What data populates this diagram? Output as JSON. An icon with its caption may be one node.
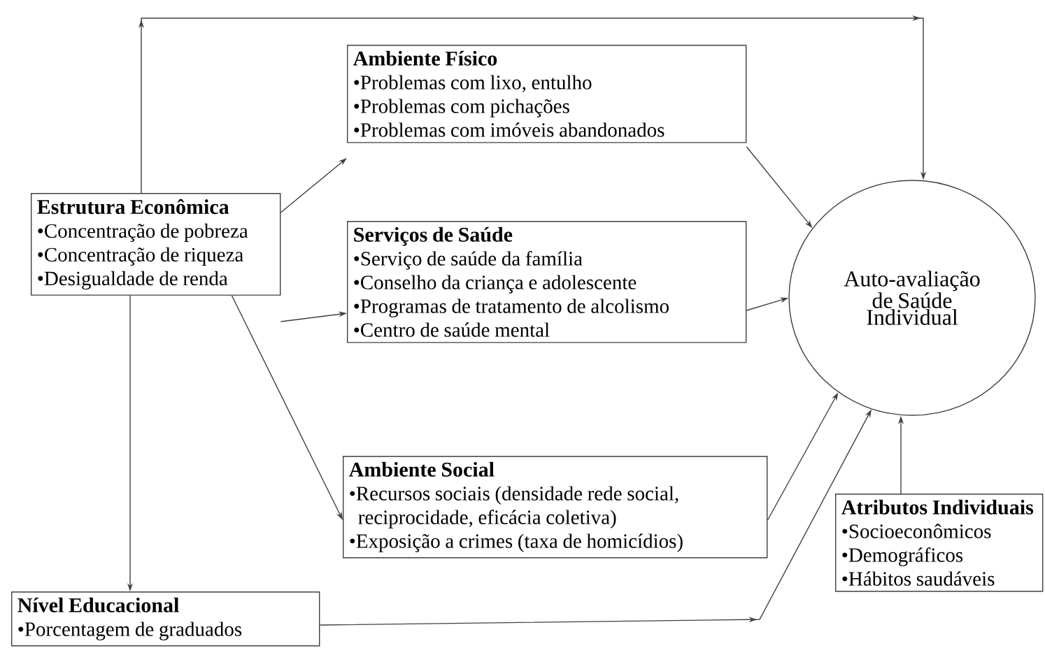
{
  "diagram": {
    "nodes": [
      {
        "text": [
          "Estrutura Econômica",
          "•Concentração de pobreza",
          "•Concentração de riqueza",
          "•Desigualdade de renda"
        ]
      },
      {
        "text": [
          "Ambiente Físico",
          "•Problemas com lixo, entulho",
          "•Problemas com pichações",
          "•Problemas com imóveis abandonados"
        ]
      },
      {
        "text": [
          "Serviços de Saúde",
          "•Serviço de saúde da família",
          "•Conselho da criança e adolescente",
          "•Programas de tratamento de alcolismo",
          "•Centro de saúde mental"
        ]
      },
      {
        "text": [
          "Ambiente Social",
          "•Recursos sociais (densidade rede social, reciprocidade, eficácia coletiva)",
          "•Exposição a crimes (taxa de homicídios)"
        ]
      },
      {
        "text": [
          "Nível Educacional",
          "•Porcentagem de graduados"
        ]
      },
      {
        "text": [
          "Auto-avaliação de Saúde Individual"
        ]
      },
      {
        "text": [
          "Atributos Individuais",
          "•Socioeconômicos",
          "•Demográficos",
          "•Hábitos saudáveis"
        ]
      }
    ],
    "edges": [
      {
        "from": 0,
        "to": 1,
        "arrow": "to"
      },
      {
        "from": 0,
        "to": 2,
        "arrow": "to"
      },
      {
        "from": 0,
        "to": 3,
        "arrow": "to"
      },
      {
        "from": 0,
        "to": 4,
        "arrow": "to"
      },
      {
        "from": 0,
        "to": 5,
        "arrow": "to"
      },
      {
        "from": 1,
        "to": 5,
        "arrow": "to"
      },
      {
        "from": 2,
        "to": 5,
        "arrow": "to"
      },
      {
        "from": 3,
        "to": 5,
        "arrow": "to"
      },
      {
        "from": 4,
        "to": 5,
        "arrow": "to"
      },
      {
        "from": 6,
        "to": 5,
        "arrow": "to"
      }
    ]
  }
}
